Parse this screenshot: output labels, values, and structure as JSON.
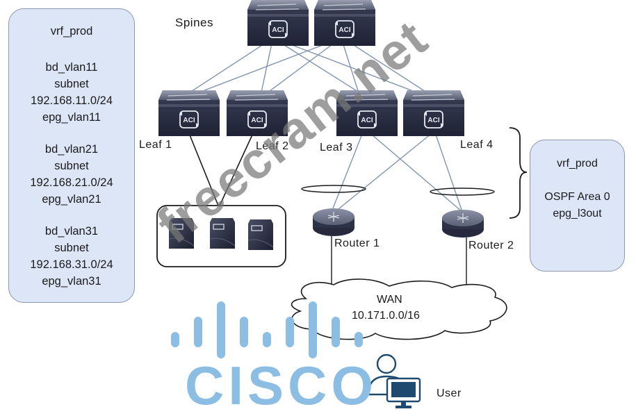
{
  "left_panel": {
    "vrf": "vrf_prod",
    "bridge_domains": [
      {
        "bd": "bd_vlan11",
        "subnet_label": "subnet",
        "subnet": "192.168.11.0/24",
        "epg": "epg_vlan11"
      },
      {
        "bd": "bd_vlan21",
        "subnet_label": "subnet",
        "subnet": "192.168.21.0/24",
        "epg": "epg_vlan21"
      },
      {
        "bd": "bd_vlan31",
        "subnet_label": "subnet",
        "subnet": "192.168.31.0/24",
        "epg": "epg_vlan31"
      }
    ]
  },
  "right_panel": {
    "vrf": "vrf_prod",
    "ospf": "OSPF Area 0",
    "epg": "epg_l3out"
  },
  "labels": {
    "spines": "Spines",
    "leaf1": "Leaf 1",
    "leaf2": "Leaf 2",
    "leaf3": "Leaf 3",
    "leaf4": "Leaf 4",
    "router1": "Router 1",
    "router2": "Router 2",
    "wan_title": "WAN",
    "wan_subnet": "10.171.0.0/16",
    "user": "User",
    "switch_badge": "ACI"
  },
  "watermark": {
    "site_text": "freecram.net",
    "brand_text": "CISCO"
  },
  "colors": {
    "panel_fill": "#dde6f7",
    "fabric_link": "#7f93b0",
    "switch_body": "#2c3044",
    "cisco_blue": "#8cbde3",
    "user_icon": "#1d4a6e"
  }
}
